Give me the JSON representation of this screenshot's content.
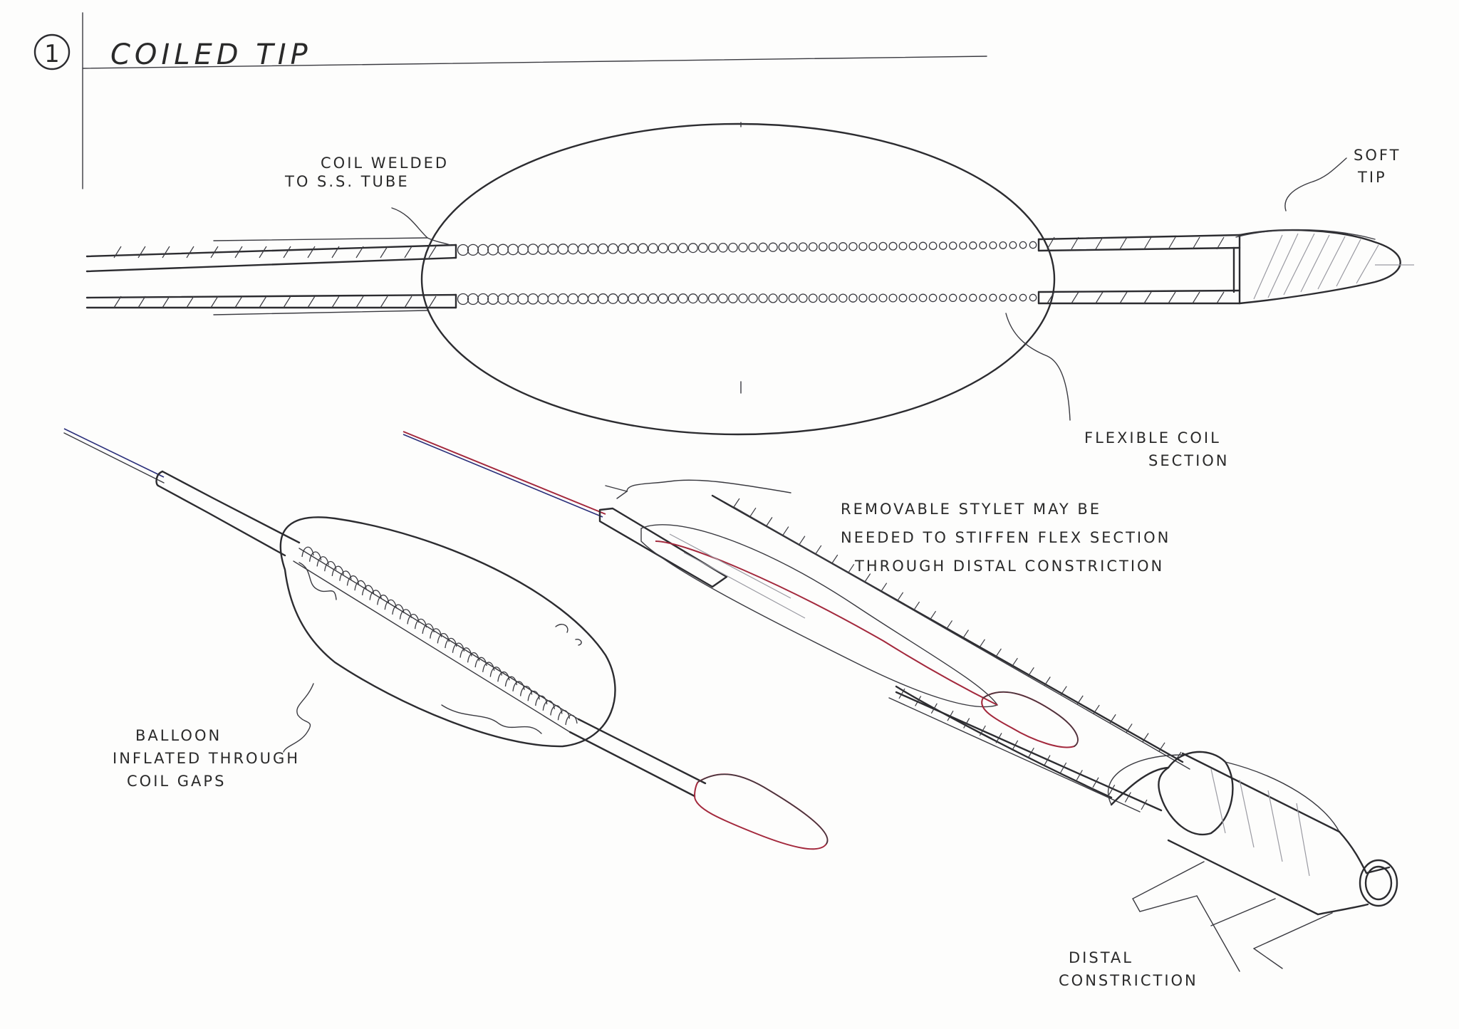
{
  "title": {
    "number": "1",
    "text": "COILED TIP"
  },
  "labels": {
    "coil_welded_line1": "COIL WELDED",
    "coil_welded_line2": "TO S.S. TUBE",
    "soft_tip_line1": "SOFT",
    "soft_tip_line2": "TIP",
    "flexible_coil_line1": "FLEXIBLE COIL",
    "flexible_coil_line2": "SECTION",
    "stylet_line1": "REMOVABLE STYLET MAY BE",
    "stylet_line2": "NEEDED TO STIFFEN FLEX SECTION",
    "stylet_line3": "THROUGH DISTAL CONSTRICTION",
    "balloon_line1": "BALLOON",
    "balloon_line2": "INFLATED THROUGH",
    "balloon_line3": "COIL GAPS",
    "distal_line1": "DISTAL",
    "distal_line2": "CONSTRICTION"
  },
  "colors": {
    "ink": "#2c2c30",
    "red_pencil": "#a3283c",
    "blue_pencil": "#2a2f7a",
    "paper": "#fdfdfc"
  }
}
